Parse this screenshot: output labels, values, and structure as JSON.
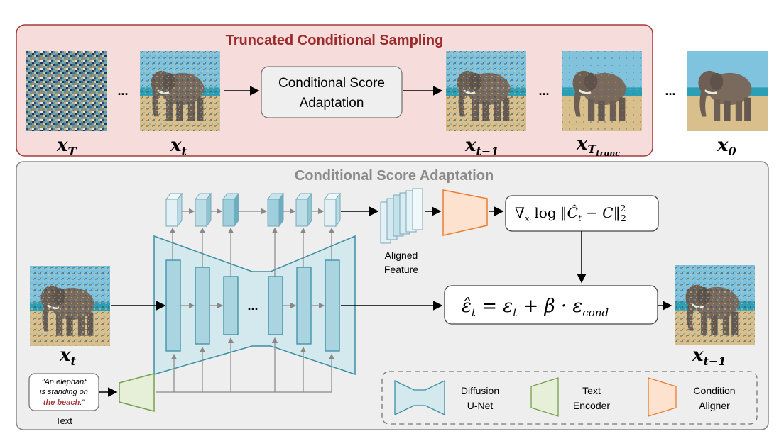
{
  "top_panel": {
    "title": "Truncated Conditional Sampling",
    "module_label_line1": "Conditional Score",
    "module_label_line2": "Adaptation",
    "ellipsis": "...",
    "states": [
      {
        "sym": "x",
        "sub": "T"
      },
      {
        "sym": "x",
        "sub": "t"
      },
      {
        "sym": "x",
        "sub": "t−1"
      },
      {
        "sym": "x",
        "sub": "T",
        "subsub": "trunc"
      },
      {
        "sym": "x",
        "sub": "0"
      }
    ]
  },
  "bottom_panel": {
    "title": "Conditional Score Adaptation",
    "input_label": {
      "sym": "x",
      "sub": "t"
    },
    "output_label": {
      "sym": "x",
      "sub": "t−1"
    },
    "aligned_feature_line1": "Aligned",
    "aligned_feature_line2": "Feature",
    "gradient_formula": {
      "nabla": "∇",
      "nabla_sub": "x",
      "nabla_subsub": "t",
      "log": "log",
      "body": "‖Ĉ",
      "body_sub": "t",
      "tail": " − C‖",
      "sup": "2",
      "sub": "2"
    },
    "update_formula": {
      "lhs": "ε̂",
      "lhs_sub": "t",
      "eq": " = ε",
      "t_sub": "t",
      "rest": " + β · ε",
      "cond_sub": "cond"
    },
    "unet_ellipsis": "...",
    "prompt": {
      "line1": "\"An elephant",
      "line2": "is standing on",
      "line3_highlight": "the beach",
      "line3_tail": ".\"",
      "caption": "Text"
    },
    "legend": [
      {
        "line1": "Diffusion",
        "line2": "U-Net",
        "color": "#d4e9ee",
        "stroke": "#3b8ea5"
      },
      {
        "line1": "Text",
        "line2": "Encoder",
        "color": "#e6f0d8",
        "stroke": "#76a04b"
      },
      {
        "line1": "Condition",
        "line2": "Aligner",
        "color": "#fde3cf",
        "stroke": "#ec7c30"
      }
    ]
  },
  "colors": {
    "top_panel_fill": "#f7dcdc",
    "top_panel_stroke": "#a33a3a",
    "top_title": "#9b2b2b",
    "bottom_panel_fill": "#eeeeee",
    "bottom_panel_stroke": "#888888",
    "bottom_title": "#8a8a8a",
    "highlight_text": "#a33a3a"
  }
}
